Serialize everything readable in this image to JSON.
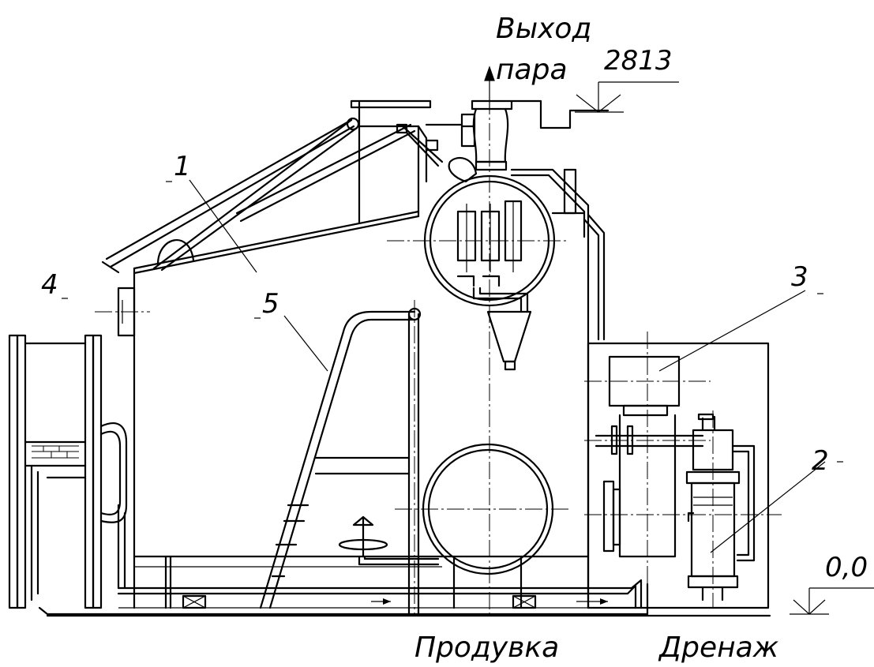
{
  "labels": {
    "steam_outlet_line1": "Выход",
    "steam_outlet_line2": "пара",
    "blowdown": "Продувка",
    "drain": "Дренаж"
  },
  "elevations": {
    "top": "2813",
    "ground": "0,0"
  },
  "callouts": {
    "n1": "1",
    "n2": "2",
    "n3": "3",
    "n4": "4",
    "n5": "5"
  }
}
